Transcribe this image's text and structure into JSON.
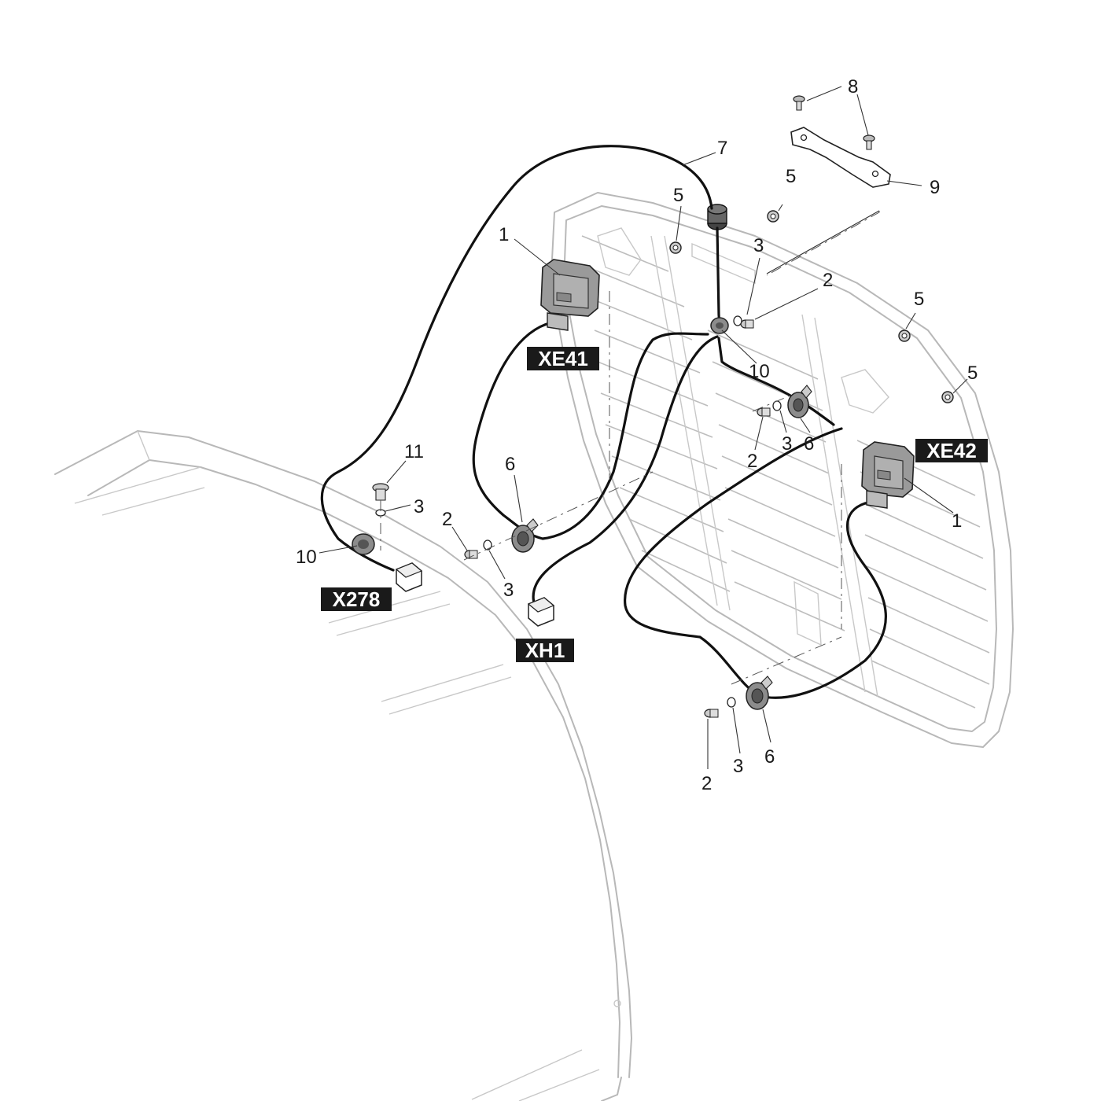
{
  "diagram": {
    "colors": {
      "ghost_outline": "#b8b8b8",
      "cable": "#111111",
      "connector_badge": "#1a1a1a",
      "part_fill": "#9a9a9a"
    },
    "connectors": [
      {
        "label": "XE41"
      },
      {
        "label": "XE42"
      },
      {
        "label": "X278"
      },
      {
        "label": "XH1"
      }
    ],
    "callouts": [
      "8",
      "9",
      "7",
      "5",
      "5",
      "1",
      "3",
      "2",
      "5",
      "10",
      "5",
      "11",
      "3",
      "2",
      "6",
      "3",
      "2",
      "3",
      "6",
      "1",
      "10",
      "3",
      "2",
      "6"
    ]
  }
}
